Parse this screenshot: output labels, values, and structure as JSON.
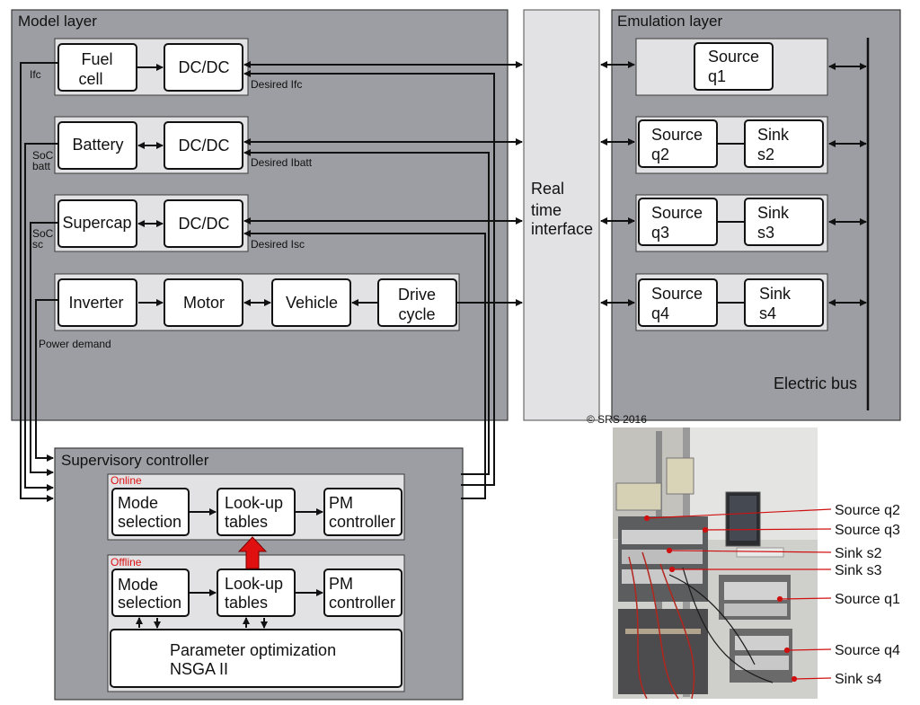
{
  "model_layer": {
    "title": "Model layer",
    "fuel_cell": [
      "Fuel",
      "cell"
    ],
    "dcdc": "DC/DC",
    "battery": "Battery",
    "supercap": "Supercap",
    "inverter": "Inverter",
    "motor": "Motor",
    "vehicle": "Vehicle",
    "drive_cycle": [
      "Drive",
      "cycle"
    ],
    "signals": {
      "ifc": "Ifc",
      "soc_batt": [
        "SoC",
        "batt"
      ],
      "soc_sc": [
        "SoC",
        "sc"
      ],
      "desired_ifc": "Desired Ifc",
      "desired_ibatt": "Desired Ibatt",
      "desired_isc": "Desired Isc",
      "power_demand": "Power demand"
    }
  },
  "real_time_interface": [
    "Real",
    "time",
    "interface"
  ],
  "emulation_layer": {
    "title": "Emulation layer",
    "source_q1": [
      "Source",
      "q1"
    ],
    "source_q2": [
      "Source",
      "q2"
    ],
    "sink_s2": [
      "Sink",
      "s2"
    ],
    "source_q3": [
      "Source",
      "q3"
    ],
    "sink_s3": [
      "Sink",
      "s3"
    ],
    "source_q4": [
      "Source",
      "q4"
    ],
    "sink_s4": [
      "Sink",
      "s4"
    ],
    "bus": "Electric bus"
  },
  "copyright": "© SRS 2016",
  "supervisory": {
    "title": "Supervisory controller",
    "online": "Online",
    "offline": "Offline",
    "mode_selection": [
      "Mode",
      "selection"
    ],
    "lookup": [
      "Look-up",
      "tables"
    ],
    "pm": [
      "PM",
      "controller"
    ],
    "param_opt": [
      "Parameter optimization",
      "NSGA II"
    ]
  },
  "photo_labels": [
    "Source q2",
    "Source q3",
    "Sink s2",
    "Sink s3",
    "Source q1",
    "Source q4",
    "Sink s4"
  ],
  "colors": {
    "layer": "#9d9ea3",
    "panel": "#e2e2e4",
    "arrow_red": "#e01010",
    "label_red": "#dd1111"
  }
}
